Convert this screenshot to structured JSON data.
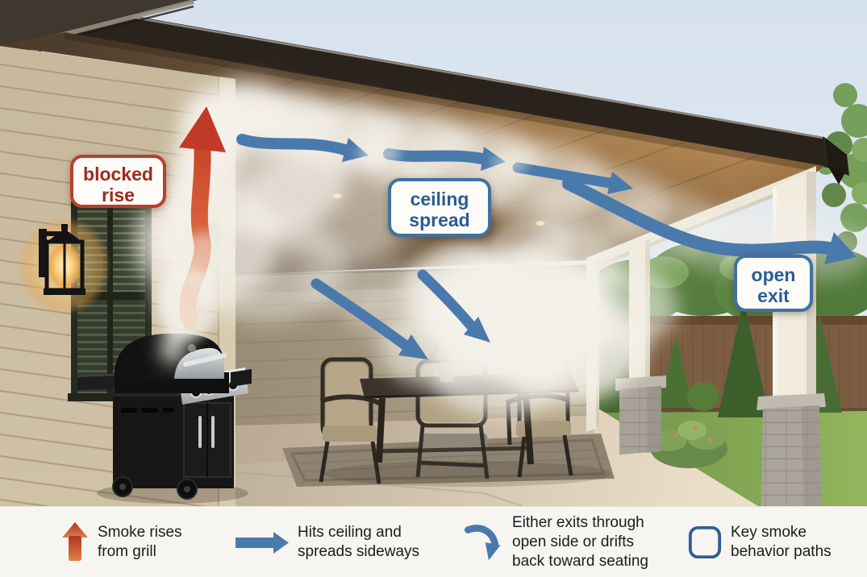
{
  "annotations": {
    "blocked_rise": "blocked\nrise",
    "ceiling_spread": "ceiling\nspread",
    "open_exit": "open\nexit"
  },
  "legend": {
    "items": [
      {
        "icon": "smoke-rise-arrow-icon",
        "text": "Smoke rises\nfrom grill"
      },
      {
        "icon": "ceiling-spread-arrow-icon",
        "text": "Hits ceiling and\nspreads sideways"
      },
      {
        "icon": "exit-or-drift-arrow-icon",
        "text": "Either exits through\nopen side or drifts\nback toward seating"
      },
      {
        "icon": "key-paths-box-icon",
        "text": "Key smoke\nbehavior paths"
      }
    ]
  },
  "colors": {
    "arrow_red": "#c23a26",
    "arrow_blue": "#4a7aab",
    "label_red_text": "#9e2a1d",
    "label_red_border": "#b8402d",
    "label_blue_text": "#2c5c94",
    "label_blue_border": "#40719f",
    "legend_background": "#f7f5f1"
  }
}
